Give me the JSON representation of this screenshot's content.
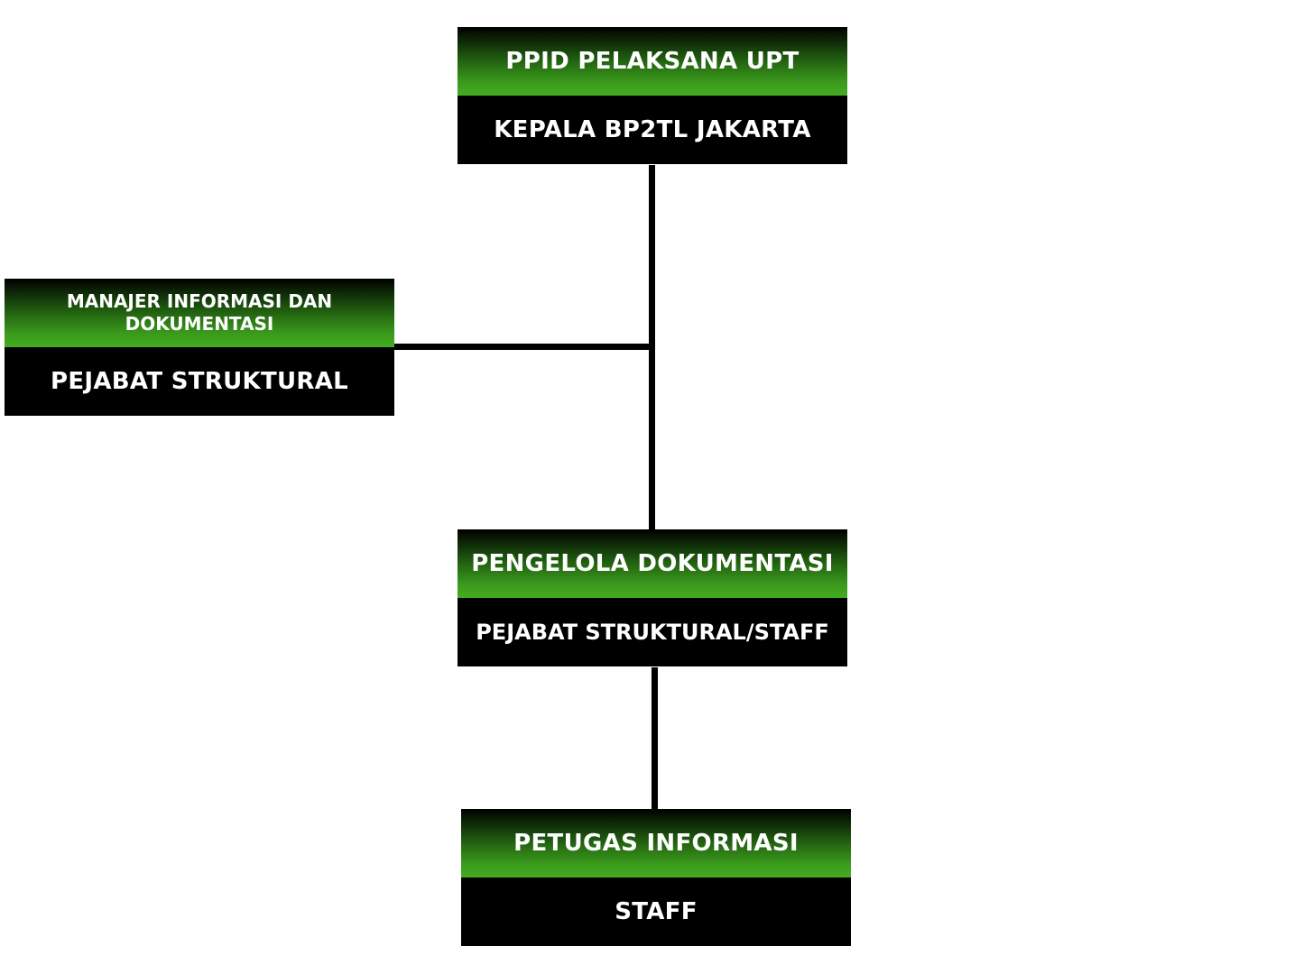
{
  "nodes": {
    "ppid": {
      "title": "PPID PELAKSANA UPT",
      "subtitle": "KEPALA BP2TL JAKARTA"
    },
    "manajer": {
      "title": "MANAJER INFORMASI DAN DOKUMENTASI",
      "subtitle": "PEJABAT STRUKTURAL"
    },
    "pengelola": {
      "title": "PENGELOLA DOKUMENTASI",
      "subtitle": "PEJABAT STRUKTURAL/STAFF"
    },
    "petugas": {
      "title": "PETUGAS INFORMASI",
      "subtitle": "STAFF"
    }
  },
  "colors": {
    "header_gradient_top": "#000000",
    "header_gradient_bottom": "#45ac22",
    "body_background": "#000000",
    "text": "#ffffff",
    "connector": "#000000"
  }
}
